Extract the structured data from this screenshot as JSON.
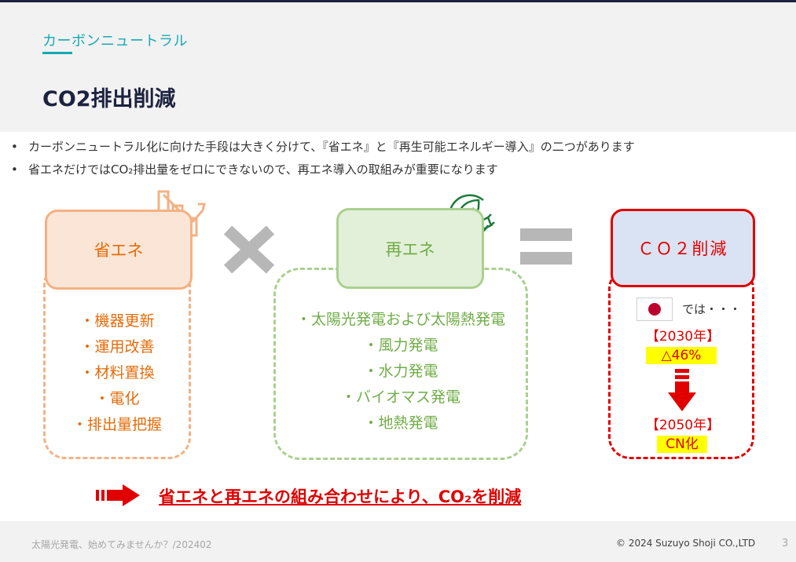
{
  "header": {
    "subtitle": "カーボンニュートラル",
    "title": "CO2排出削減"
  },
  "bullets": [
    "カーボンニュートラル化に向けた手段は大きく分けて、『省エネ』と『再生可能エネルギー導入』の二つがあります",
    "省エネだけではCO₂排出量をゼロにできないので、再エネ導入の取組みが重要になります"
  ],
  "bullet_symbol": "•",
  "energy_saving": {
    "label": "省エネ",
    "items": [
      "・機器更新",
      "・運用改善",
      "・材料置換",
      "・電化",
      "・排出量把握"
    ]
  },
  "renewable": {
    "label": "再エネ",
    "items": [
      "・太陽光発電および太陽熱発電",
      "・風力発電",
      "・水力発電",
      "・バイオマス発電",
      "・地熱発電"
    ]
  },
  "co2": {
    "label": "ＣＯ２削減",
    "japan_suffix": "では・・・",
    "year_2030": "【2030年】",
    "target_2030": "△46%",
    "year_2050": "【2050年】",
    "target_2050": "CN化"
  },
  "conclusion": "省エネと再エネの組み合わせにより、CO₂を削減",
  "footer": {
    "left": "太陽光発電、始めてみませんか？/202402",
    "right": "© 2024 Suzuyo Shoji CO.,LTD",
    "page": "3"
  },
  "icons": {
    "bar_chart": "bar-chart-down-icon",
    "leaf_plug": "leaf-plug-icon",
    "multiply": "multiply-icon",
    "equals": "equals-icon",
    "japan_flag": "japan-flag-icon"
  },
  "colors": {
    "accent_teal": "#16a9b5",
    "navy": "#1d2240",
    "orange": "#f4b183",
    "orange_text": "#e46c0a",
    "green": "#a9d18e",
    "green_text": "#70ad47",
    "red": "#e00000",
    "highlight": "#ffff00"
  }
}
